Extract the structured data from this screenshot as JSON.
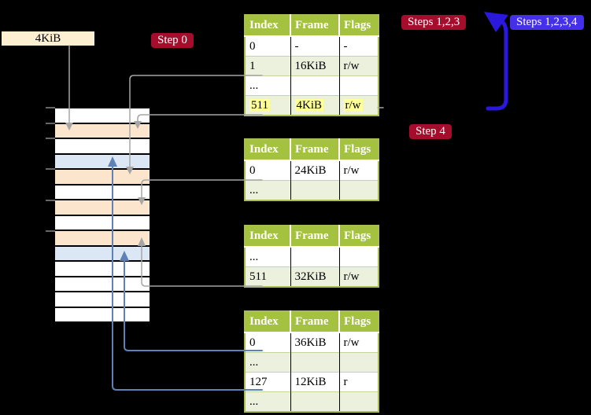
{
  "diagram": {
    "frame_size_label": "4KiB",
    "badges": {
      "step0": "Step 0",
      "steps123": "Steps 1,2,3",
      "steps1234": "Steps 1,2,3,4",
      "step4": "Step 4"
    },
    "tables": [
      {
        "name": "page-table-1",
        "headers": [
          "Index",
          "Frame",
          "Flags"
        ],
        "rows": [
          [
            "0",
            "-",
            "-"
          ],
          [
            "1",
            "16KiB",
            "r/w"
          ],
          [
            "...",
            "",
            ""
          ],
          [
            "511",
            "4KiB",
            "r/w"
          ]
        ],
        "highlighted_row": 3
      },
      {
        "name": "page-table-2",
        "headers": [
          "Index",
          "Frame",
          "Flags"
        ],
        "rows": [
          [
            "0",
            "24KiB",
            "r/w"
          ],
          [
            "...",
            "",
            ""
          ]
        ],
        "highlighted_row": null
      },
      {
        "name": "page-table-3",
        "headers": [
          "Index",
          "Frame",
          "Flags"
        ],
        "rows": [
          [
            "...",
            "",
            ""
          ],
          [
            "511",
            "32KiB",
            "r/w"
          ]
        ],
        "highlighted_row": null
      },
      {
        "name": "page-table-4",
        "headers": [
          "Index",
          "Frame",
          "Flags"
        ],
        "rows": [
          [
            "0",
            "36KiB",
            "r/w"
          ],
          [
            "...",
            "",
            ""
          ],
          [
            "127",
            "12KiB",
            "r"
          ],
          [
            "...",
            "",
            ""
          ]
        ],
        "highlighted_row": null
      }
    ],
    "memory_column": {
      "rows": [
        "white",
        "peach",
        "white",
        "blue",
        "peach",
        "white",
        "peach",
        "white",
        "peach",
        "blue",
        "white",
        "white",
        "white",
        "white"
      ],
      "tick_count": 6
    },
    "colors": {
      "table_header_green": "#a4c13f",
      "table_row_green": "#ebf1dd",
      "table_border_green": "#a9bf54",
      "highlight_yellow": "#ffff99",
      "badge_red": "#a50d2d",
      "badge_blue": "#4430e8",
      "arrow_thick_blue": "#2a18dd",
      "arrow_steel_blue": "#5e82b8",
      "arrow_gray": "#a6a6a6",
      "memory_peach": "#fce5cd",
      "memory_blue": "#dbe7f5",
      "frame_label_bg": "#fdf0d2"
    }
  }
}
